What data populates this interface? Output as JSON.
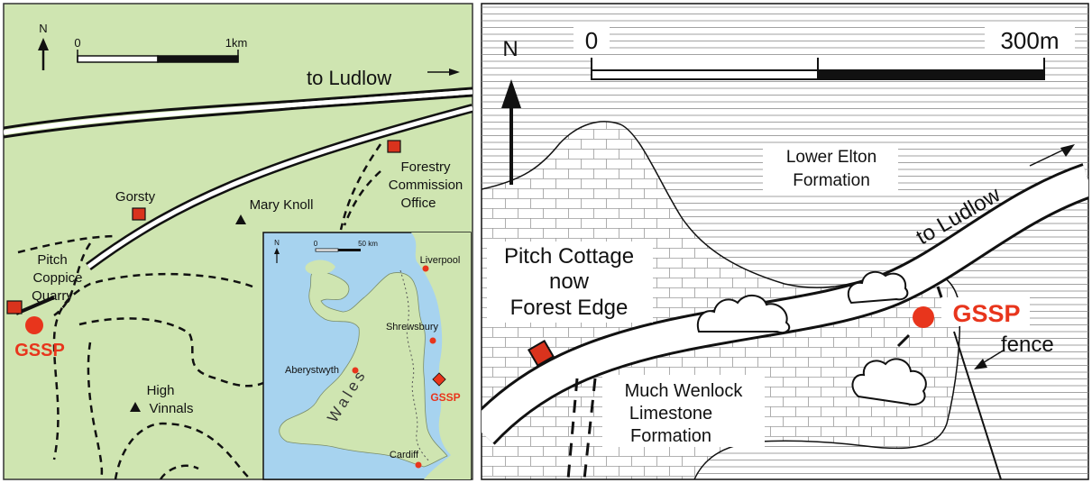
{
  "left_map": {
    "north": "N",
    "scale_start": "0",
    "scale_end": "1km",
    "road_label": "to Ludlow",
    "places": {
      "forestry_1": "Forestry",
      "forestry_2": "Commission",
      "forestry_3": "Office",
      "gorsty": "Gorsty",
      "mary_knoll": "Mary Knoll",
      "pitch_1": "Pitch",
      "pitch_2": "Coppice",
      "pitch_3": "Quarry",
      "gssp": "GSSP",
      "high": "High",
      "vinnals": "Vinnals"
    },
    "inset": {
      "north": "N",
      "scale_start": "0",
      "scale_end": "50 km",
      "liverpool": "Liverpool",
      "shrewsbury": "Shrewsbury",
      "aberystwyth": "Aberystwyth",
      "wales": "Wales",
      "gssp": "GSSP",
      "cardiff": "Cardiff"
    }
  },
  "right_map": {
    "north": "N",
    "scale_start": "0",
    "scale_end": "300m",
    "lower_elton_1": "Lower Elton",
    "lower_elton_2": "Formation",
    "road_label": "to Ludlow",
    "cottage_1": "Pitch Cottage",
    "cottage_2": "now",
    "cottage_3": "Forest Edge",
    "gssp": "GSSP",
    "fence": "fence",
    "wenlock_1": "Much Wenlock",
    "wenlock_2": "Limestone",
    "wenlock_3": "Formation"
  },
  "colors": {
    "map_green": "#cfe5b1",
    "sea_blue": "#a7d3ef",
    "gssp_red": "#e8351c",
    "quarry_red": "#d9331d"
  }
}
